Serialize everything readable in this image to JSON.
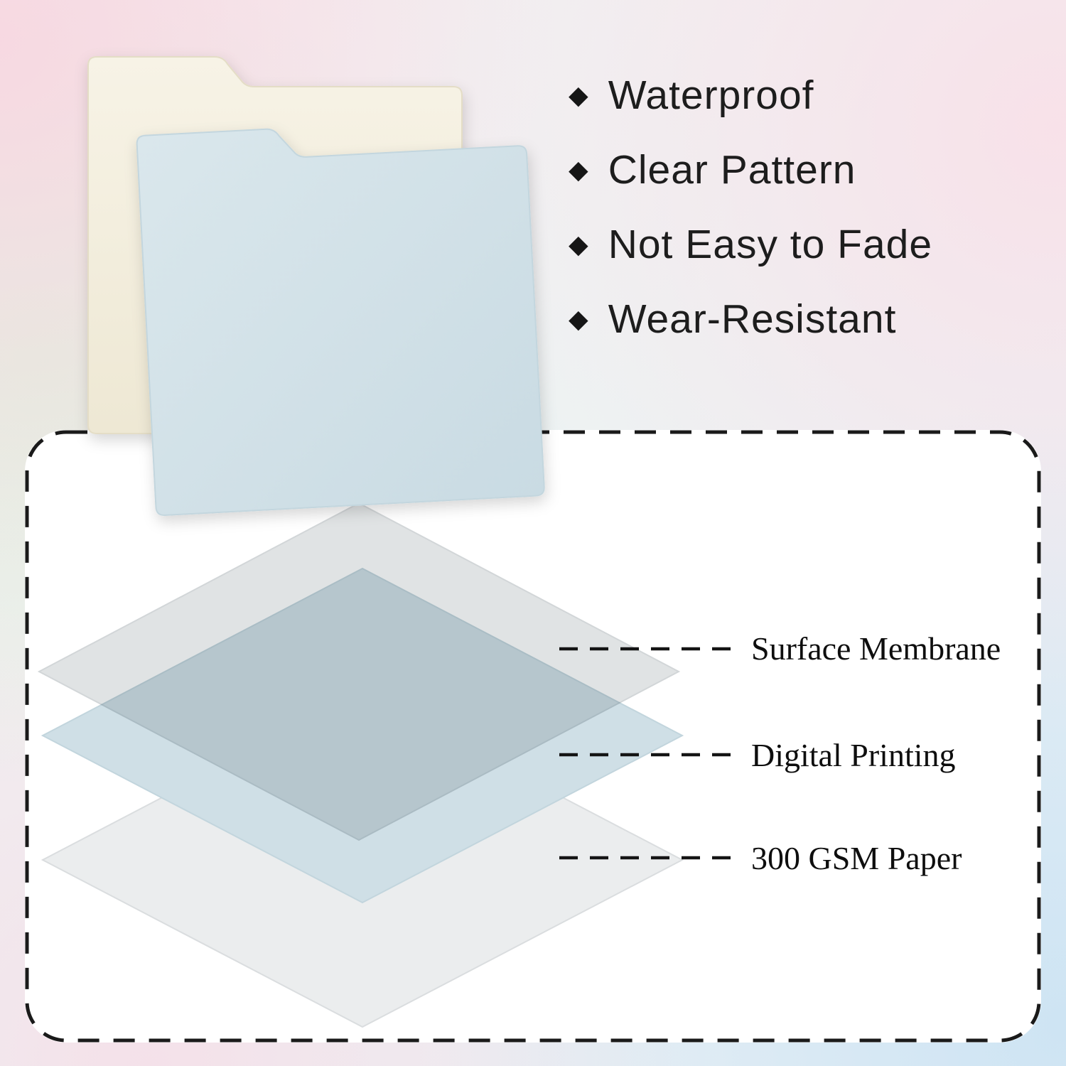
{
  "features": {
    "bullet": "◆",
    "items": [
      {
        "label": "Waterproof"
      },
      {
        "label": "Clear Pattern"
      },
      {
        "label": "Not Easy to Fade"
      },
      {
        "label": "Wear-Resistant"
      }
    ]
  },
  "layers_diagram": {
    "labels": [
      {
        "text": "Surface Membrane"
      },
      {
        "text": "Digital Printing"
      },
      {
        "text": "300 GSM Paper"
      }
    ],
    "colors": {
      "membrane": "#e0e3e4",
      "printing": "#cfdfe6",
      "paper": "#ebedee",
      "leader_line": "#141414",
      "panel_border": "#1a1a1a"
    }
  },
  "folders": {
    "back_color": "#f5f1e2",
    "front_color": "#d3e2e9"
  }
}
